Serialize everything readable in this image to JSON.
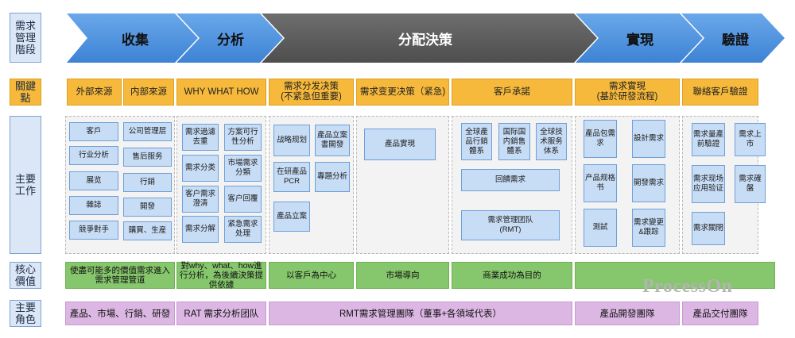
{
  "row_labels": {
    "stage": "需求\n管理\n階段",
    "key_points": "關鍵\n點",
    "main_work": "主要\n工作",
    "core_value": "核心\n價值",
    "main_role": "主要\n角色"
  },
  "stages": [
    "收集",
    "分析",
    "分配決策",
    "實現",
    "驗證"
  ],
  "key_points": [
    "外部來源",
    "内部來源",
    "WHY WHAT HOW",
    "需求分发决策\n(不紧急但重要)",
    "需求变更决策（紧急)",
    "客戶承諾",
    "需求實現\n(基於研發流程)",
    "聯絡客戶驗證"
  ],
  "work": {
    "external": [
      "客戶",
      "行业分析",
      "展览",
      "雜誌",
      "競爭對手"
    ],
    "internal": [
      "公司管理层",
      "售后服务",
      "行銷",
      "開發",
      "購買、生産"
    ],
    "analysis": [
      "需求過濾去重",
      "方案可行性分析",
      "需求分类",
      "市場需求分類",
      "客户需求澄清",
      "客户回覆",
      "需求分解",
      "紧急需求处理"
    ],
    "allocation": [
      "战略规划",
      "產品立案書開發",
      "在研產品PCR",
      "專題分析",
      "產品立案"
    ],
    "change": [
      "產品實現"
    ],
    "commitment": [
      "全球產品行銷體系",
      "国际国内銷售體系",
      "全球技术服务体系",
      "回饋需求",
      "需求管理团队\n(RMT)"
    ],
    "realization": [
      "產品包需求",
      "設計需求",
      "产品规格书",
      "開發需求",
      "測試",
      "需求變更&跟踪"
    ],
    "verification": [
      "需求量產前驗證",
      "需求上市",
      "需求现场应用验证",
      "需求確盤",
      "需求關閉"
    ]
  },
  "core_values": [
    "使盡可能多的價值需求進入需求管理管道",
    "對why、what、how進行分析，為後續決策提供依據",
    "以客戶為中心",
    "市場導向",
    "商業成功為目的"
  ],
  "roles": [
    "產品、市場、行銷、研發",
    "RAT 需求分析团队",
    "RMT需求管理團隊（董事+各領域代表）",
    "產品開發團隊",
    "產品交付團隊"
  ],
  "watermark": "ProcessOn",
  "colors": {
    "stage_blue": "#4a8fde",
    "stage_gray": "#5b5b5b",
    "key_point_orange": "#f6b93b",
    "work_box_blue": "#c7dcf5",
    "value_green": "#86c66c",
    "role_pink": "#dcb7e3"
  }
}
